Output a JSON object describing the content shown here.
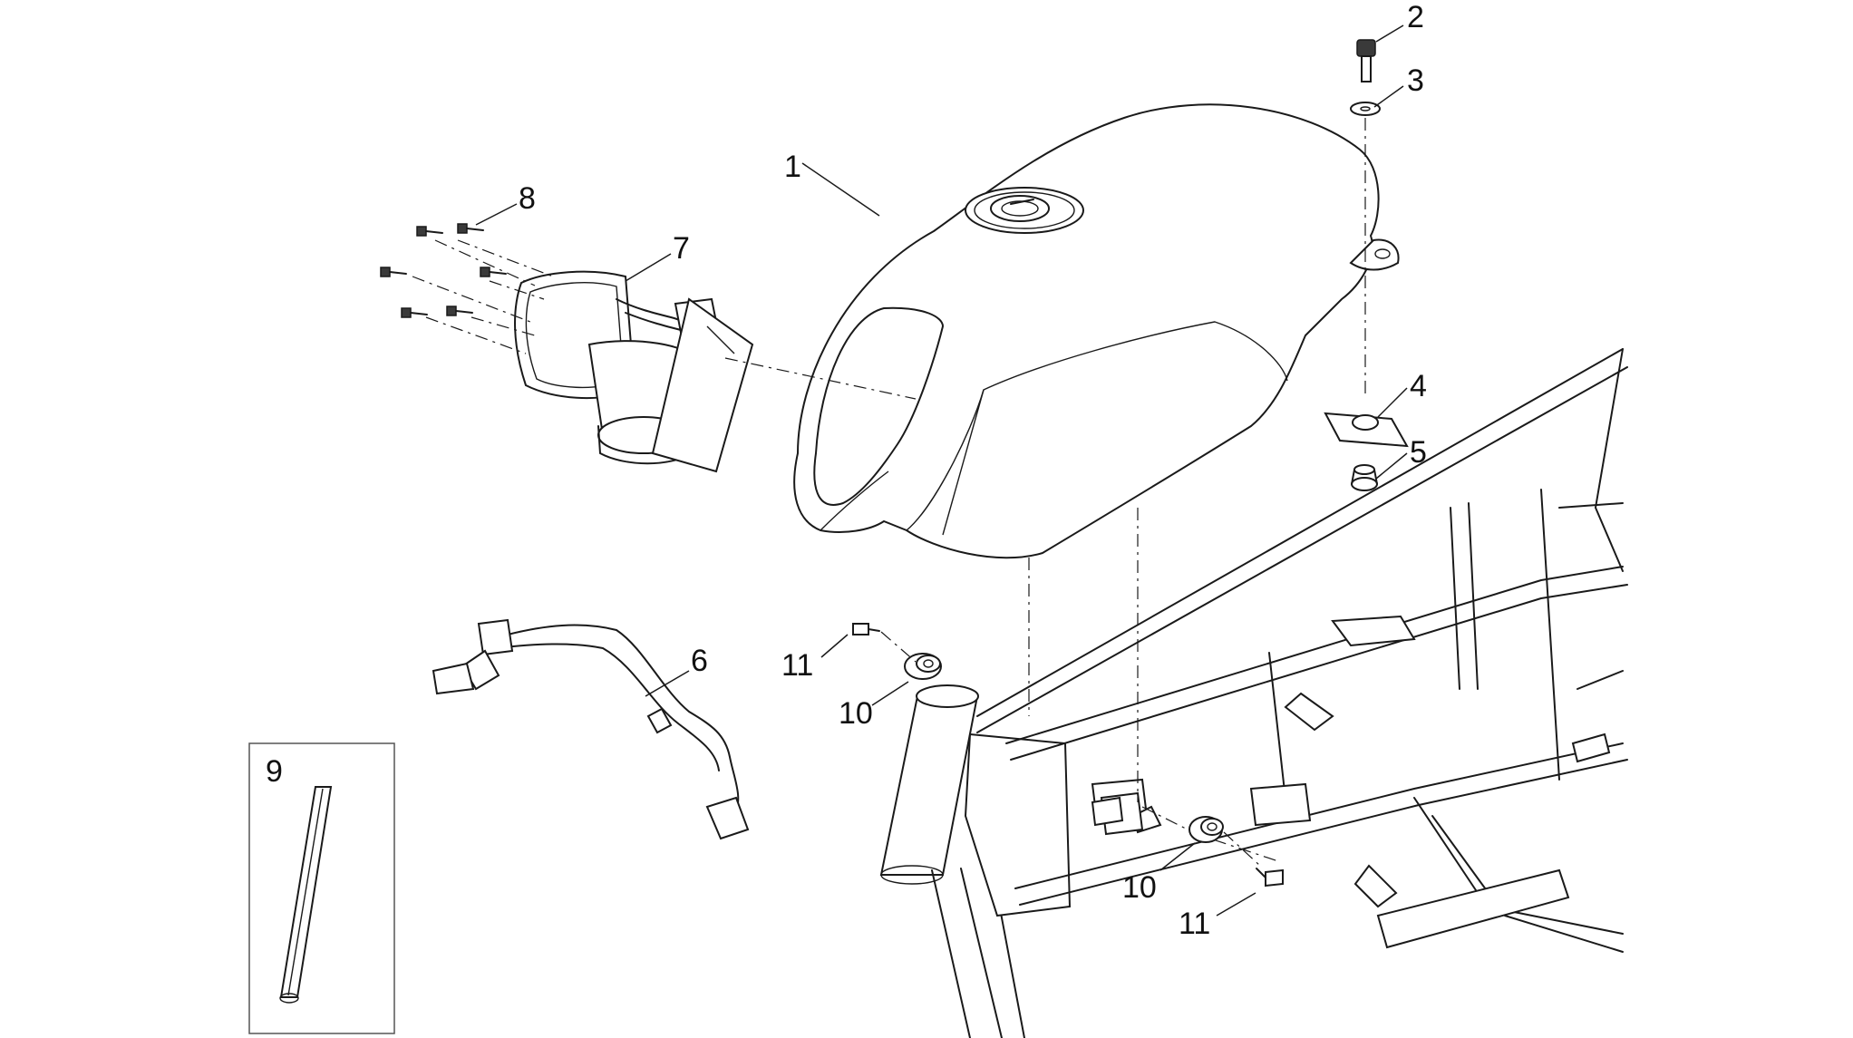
{
  "callouts": {
    "c1": "1",
    "c2": "2",
    "c3": "3",
    "c4": "4",
    "c5": "5",
    "c6": "6",
    "c7": "7",
    "c8": "8",
    "c9": "9",
    "c10a": "10",
    "c10b": "10",
    "c11a": "11",
    "c11b": "11"
  },
  "colors": {
    "line": "#1a1a1a",
    "background": "#ffffff"
  }
}
